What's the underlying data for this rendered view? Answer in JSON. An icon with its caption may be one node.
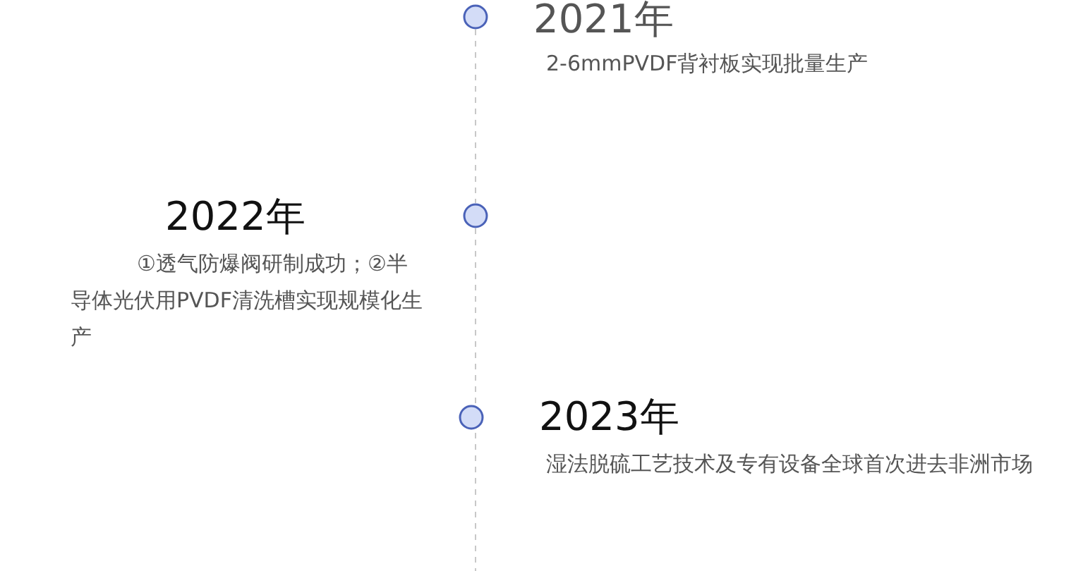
{
  "diagram": {
    "nodes": [
      {
        "text": [],
        "shape": "circle",
        "beside": [
          "2021年",
          "2-6mmPVDF背衬板实现批量生产"
        ]
      },
      {
        "text": [],
        "shape": "circle",
        "beside": [
          "2022年",
          "①透气防爆阀研制成功；②半导体光伏用PVDF清洗槽实现规模化生产"
        ]
      },
      {
        "text": [],
        "shape": "circle",
        "beside": [
          "2023年",
          "湿法脱硫工艺技术及专有设备全球首次进去非洲市场"
        ]
      }
    ],
    "edges": [
      {
        "from": 0,
        "to": 1,
        "arrow": "none",
        "style": "dashed"
      },
      {
        "from": 1,
        "to": 2,
        "arrow": "none",
        "style": "dashed"
      }
    ]
  }
}
